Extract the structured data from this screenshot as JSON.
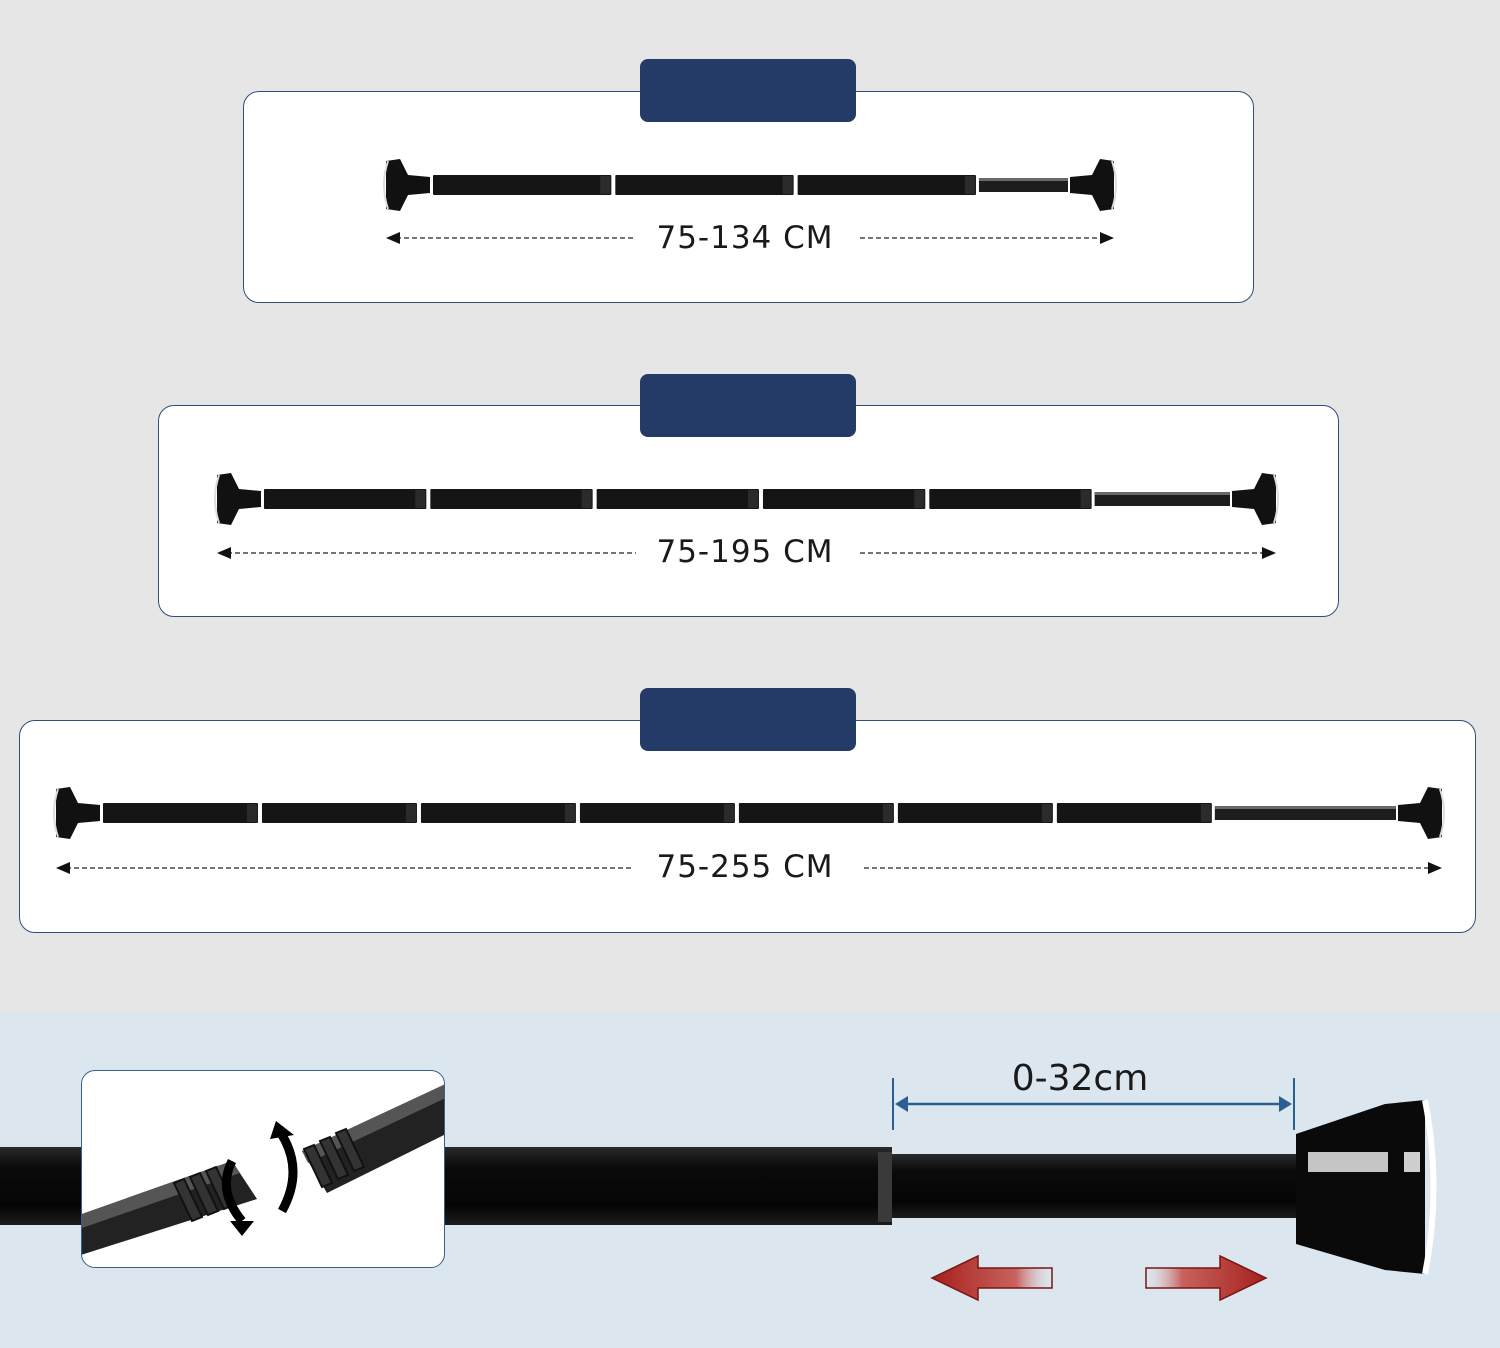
{
  "products": [
    {
      "label": "75-134 CM"
    },
    {
      "label": "75-195 CM"
    },
    {
      "label": "75-255 CM"
    }
  ],
  "detail": {
    "adjust_label": "0-32cm"
  },
  "colors": {
    "background": "#e6e6e6",
    "tab": "#233b66",
    "panel_border": "#2f4f78",
    "rod": "#111111",
    "detail_background": "#dce6ef",
    "measure_line": "#2b5f8f",
    "arrow": "#a5201c"
  }
}
